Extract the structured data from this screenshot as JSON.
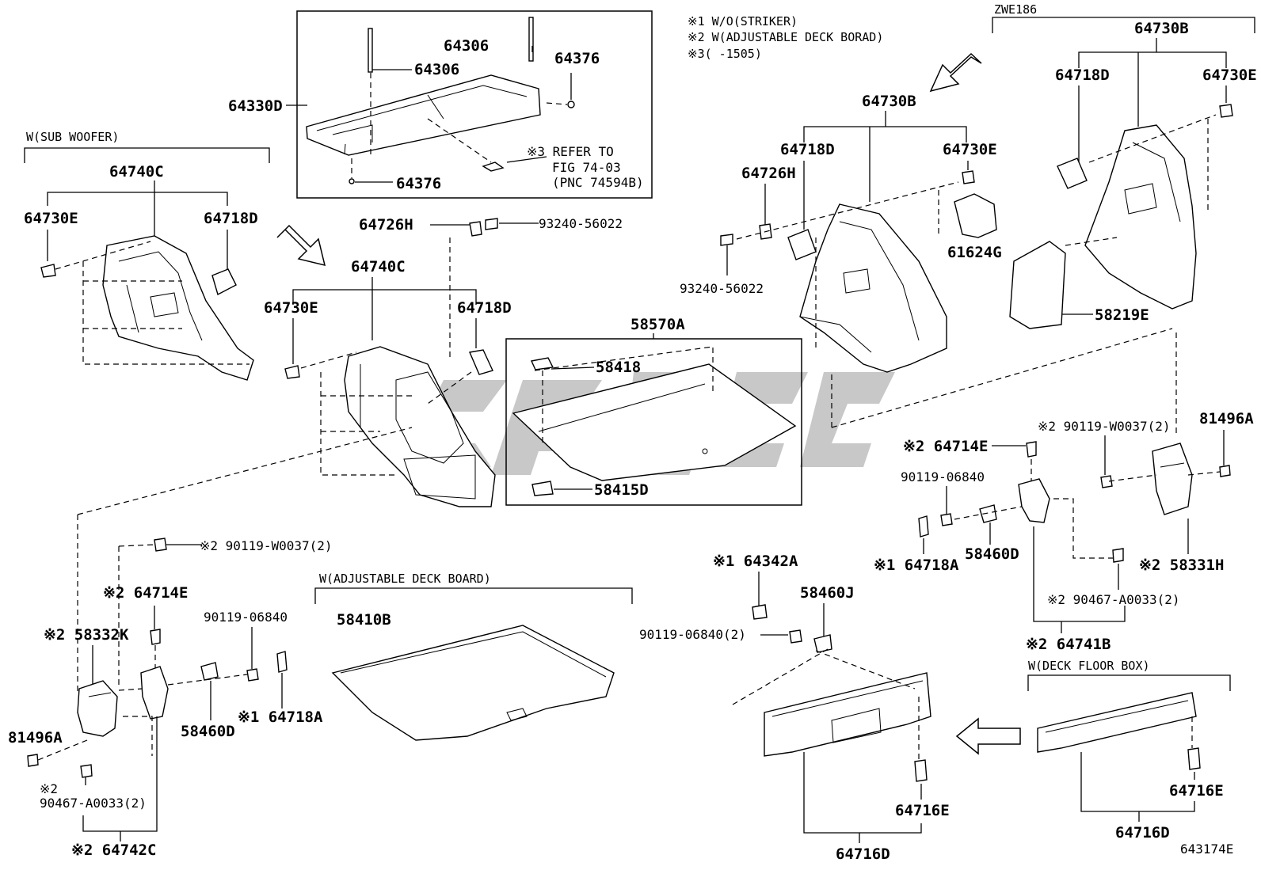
{
  "notes": {
    "n1": "※1 W/O(STRIKER)",
    "n2": "※2 W(ADJUSTABLE DECK BORAD)",
    "n3": "※3(      -1505)"
  },
  "groups": {
    "sub_woofer": "W(SUB WOOFER)",
    "zwe186": "ZWE186",
    "adjustable_deck_board": "W(ADJUSTABLE DECK BOARD)",
    "deck_floor_box": "W(DECK FLOOR BOX)"
  },
  "refer": {
    "line1": "※3 REFER TO",
    "line2": "FIG 74-03",
    "line3": "(PNC 74594B)"
  },
  "labels": {
    "p64306_a": "64306",
    "p64306_b": "64306",
    "p64376_a": "64376",
    "p64376_b": "64376",
    "p64330D": "64330D",
    "p64740C_a": "64740C",
    "p64730E_a": "64730E",
    "p64718D_a": "64718D",
    "p64726H_a": "64726H",
    "p93240_a": "93240-56022",
    "p64740C_b": "64740C",
    "p64730E_b": "64730E",
    "p64718D_b": "64718D",
    "p58570A": "58570A",
    "p58418": "58418",
    "p58415D": "58415D",
    "p64730B_a": "64730B",
    "p64718D_c": "64718D",
    "p64730E_c": "64730E",
    "p64726H_b": "64726H",
    "p93240_b": "93240-56022",
    "p61624G": "61624G",
    "p64730B_b": "64730B",
    "p64718D_d": "64718D",
    "p64730E_d": "64730E",
    "p58219E": "58219E",
    "p90119W_a": "※2 90119-W0037(2)",
    "p81496A_a": "81496A",
    "p64714E_a": "※2 64714E",
    "p90119_a": "90119-06840",
    "p58460D_a": "58460D",
    "p64718A_a": "※1 64718A",
    "p58331H": "※2 58331H",
    "p90467_a": "※2 90467-A0033(2)",
    "p64741B": "※2 64741B",
    "p90119W_b": "※2 90119-W0037(2)",
    "p64714E_b": "※2 64714E",
    "p58332K": "※2 58332K",
    "p81496A_b": "81496A",
    "p90467_b1": "※2",
    "p90467_b2": "90467-A0033(2)",
    "p64742C": "※2 64742C",
    "p90119_b": "90119-06840",
    "p58460D_b": "58460D",
    "p64718A_b": "※1 64718A",
    "p58410B": "58410B",
    "p64342A": "※1 64342A",
    "p58460J": "58460J",
    "p90119_c": "90119-06840(2)",
    "p64716E_a": "64716E",
    "p64716D_a": "64716D",
    "p64716E_b": "64716E",
    "p64716D_b": "64716D"
  },
  "figure_number": "643174E"
}
